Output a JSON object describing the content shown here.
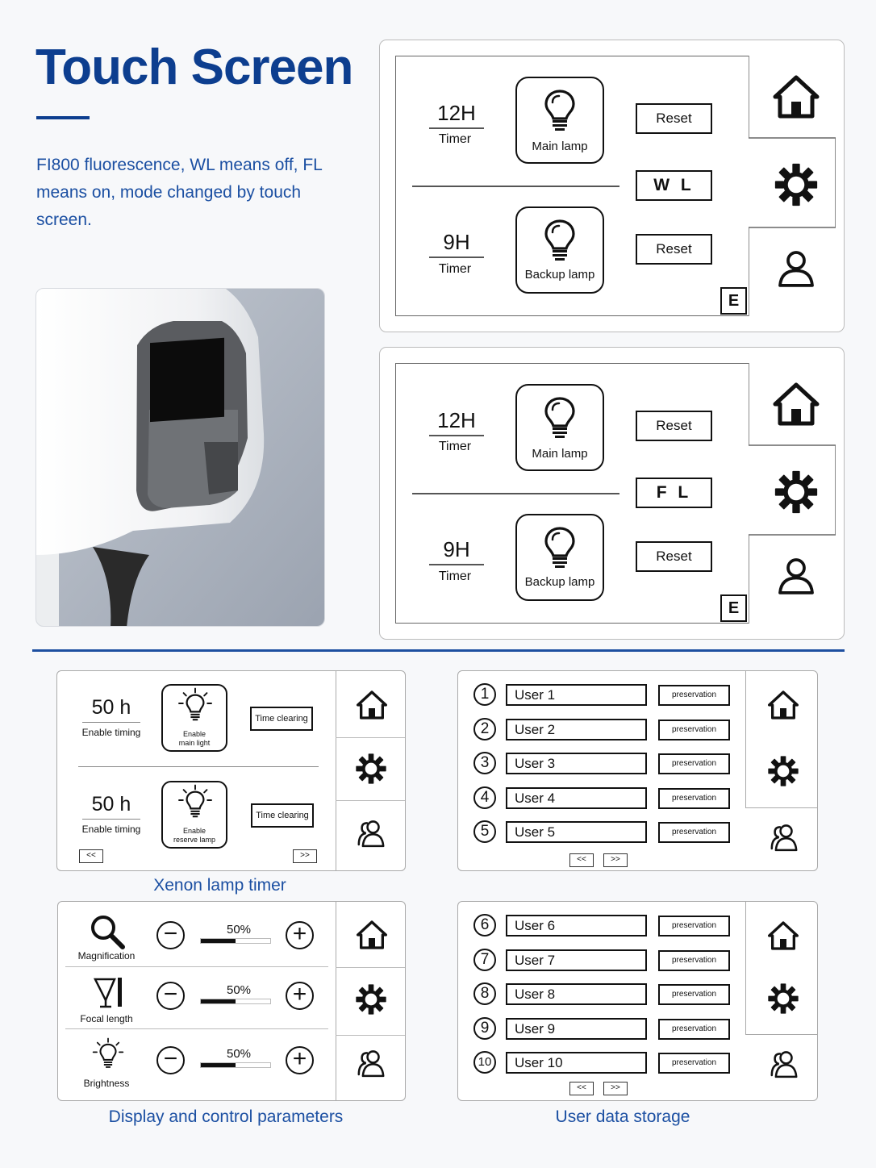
{
  "header": {
    "title": "Touch Screen",
    "description": "FI800 fluorescence, WL means off, FL means on, mode changed by touch screen."
  },
  "panels": [
    {
      "main_timer": {
        "value": "12H",
        "label": "Timer"
      },
      "main_lamp": "Main lamp",
      "backup_timer": {
        "value": "9H",
        "label": "Timer"
      },
      "backup_lamp": "Backup lamp",
      "reset_top": "Reset",
      "mode": "W L",
      "reset_bottom": "Reset",
      "e_label": "E"
    },
    {
      "main_timer": {
        "value": "12H",
        "label": "Timer"
      },
      "main_lamp": "Main lamp",
      "backup_timer": {
        "value": "9H",
        "label": "Timer"
      },
      "backup_lamp": "Backup lamp",
      "reset_top": "Reset",
      "mode": "F L",
      "reset_bottom": "Reset",
      "e_label": "E"
    }
  ],
  "xenon": {
    "caption": "Xenon lamp timer",
    "row1": {
      "value": "50 h",
      "label": "Enable timing",
      "lamp_line1": "Enable",
      "lamp_line2": "main light",
      "button": "Time clearing"
    },
    "row2": {
      "value": "50 h",
      "label": "Enable timing",
      "lamp_line1": "Enable",
      "lamp_line2": "reserve lamp",
      "button": "Time clearing"
    },
    "prev": "<<",
    "next": ">>"
  },
  "params": {
    "caption": "Display and control parameters",
    "rows": [
      {
        "label": "Magnification",
        "percent_text": "50%",
        "level": 0.5,
        "minus": "−",
        "plus": "+"
      },
      {
        "label": "Focal length",
        "percent_text": "50%",
        "level": 0.5,
        "minus": "−",
        "plus": "+"
      },
      {
        "label": "Brightness",
        "percent_text": "50%",
        "level": 0.5,
        "minus": "−",
        "plus": "+"
      }
    ]
  },
  "users": {
    "caption": "User data storage",
    "page1": [
      {
        "num": "1",
        "name": "User 1",
        "button": "preservation"
      },
      {
        "num": "2",
        "name": "User 2",
        "button": "preservation"
      },
      {
        "num": "3",
        "name": "User 3",
        "button": "preservation"
      },
      {
        "num": "4",
        "name": "User 4",
        "button": "preservation"
      },
      {
        "num": "5",
        "name": "User 5",
        "button": "preservation"
      }
    ],
    "page2": [
      {
        "num": "6",
        "name": "User 6",
        "button": "preservation"
      },
      {
        "num": "7",
        "name": "User 7",
        "button": "preservation"
      },
      {
        "num": "8",
        "name": "User 8",
        "button": "preservation"
      },
      {
        "num": "9",
        "name": "User 9",
        "button": "preservation"
      },
      {
        "num": "10",
        "name": "User 10",
        "button": "preservation"
      }
    ],
    "prev": "<<",
    "next": ">>"
  },
  "icons": [
    "home-icon",
    "gear-icon",
    "user-icon",
    "bulb-icon",
    "magnifier-icon",
    "focal-length-icon",
    "brightness-icon"
  ],
  "colors": {
    "brand_blue": "#0d3e8f",
    "text_blue": "#1b4fa2"
  }
}
